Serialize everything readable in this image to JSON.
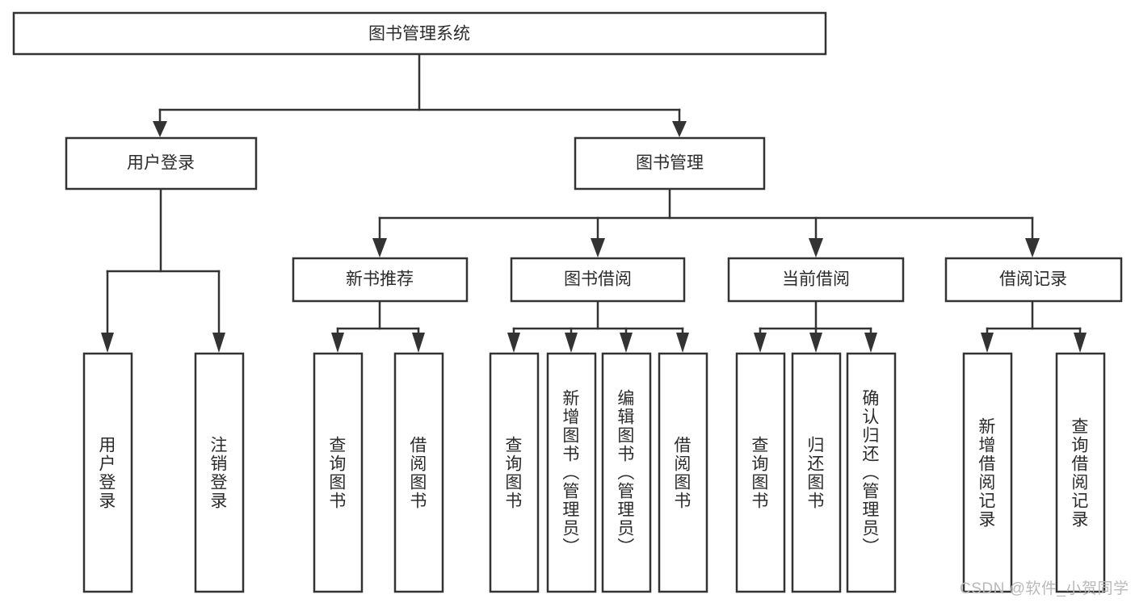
{
  "diagram": {
    "type": "tree-hierarchy",
    "title": "图书管理系统",
    "root": {
      "id": "root",
      "label": "图书管理系统",
      "orientation": "horizontal"
    },
    "level1": [
      {
        "id": "user-login",
        "label": "用户登录",
        "orientation": "horizontal"
      },
      {
        "id": "book-manage",
        "label": "图书管理",
        "orientation": "horizontal"
      }
    ],
    "level2": [
      {
        "id": "new-book-recommend",
        "label": "新书推荐",
        "parent": "book-manage",
        "orientation": "horizontal"
      },
      {
        "id": "book-borrow",
        "label": "图书借阅",
        "parent": "book-manage",
        "orientation": "horizontal"
      },
      {
        "id": "current-borrow",
        "label": "当前借阅",
        "parent": "book-manage",
        "orientation": "horizontal"
      },
      {
        "id": "borrow-record",
        "label": "借阅记录",
        "parent": "book-manage",
        "orientation": "horizontal"
      }
    ],
    "leaves": [
      {
        "id": "leaf-user-login",
        "label": "用户登录",
        "parent": "user-login",
        "orientation": "vertical"
      },
      {
        "id": "leaf-logout",
        "label": "注销登录",
        "parent": "user-login",
        "orientation": "vertical"
      },
      {
        "id": "leaf-query-book-1",
        "label": "查询图书",
        "parent": "new-book-recommend",
        "orientation": "vertical"
      },
      {
        "id": "leaf-borrow-book-1",
        "label": "借阅图书",
        "parent": "new-book-recommend",
        "orientation": "vertical"
      },
      {
        "id": "leaf-query-book-2",
        "label": "查询图书",
        "parent": "book-borrow",
        "orientation": "vertical"
      },
      {
        "id": "leaf-add-book",
        "label": "新增图书（管理员）",
        "parent": "book-borrow",
        "orientation": "vertical"
      },
      {
        "id": "leaf-edit-book",
        "label": "编辑图书（管理员）",
        "parent": "book-borrow",
        "orientation": "vertical"
      },
      {
        "id": "leaf-borrow-book-2",
        "label": "借阅图书",
        "parent": "book-borrow",
        "orientation": "vertical"
      },
      {
        "id": "leaf-query-book-3",
        "label": "查询图书",
        "parent": "current-borrow",
        "orientation": "vertical"
      },
      {
        "id": "leaf-return-book",
        "label": "归还图书",
        "parent": "current-borrow",
        "orientation": "vertical"
      },
      {
        "id": "leaf-confirm-return",
        "label": "确认归还（管理员）",
        "parent": "current-borrow",
        "orientation": "vertical"
      },
      {
        "id": "leaf-add-record",
        "label": "新增借阅记录",
        "parent": "borrow-record",
        "orientation": "vertical"
      },
      {
        "id": "leaf-query-record",
        "label": "查询借阅记录",
        "parent": "borrow-record",
        "orientation": "vertical"
      }
    ],
    "watermark": "CSDN @软件_小贺同学",
    "colors": {
      "stroke": "#333333",
      "fill": "#ffffff",
      "text": "#2b2b2b",
      "watermark": "#b9b9b9"
    }
  }
}
